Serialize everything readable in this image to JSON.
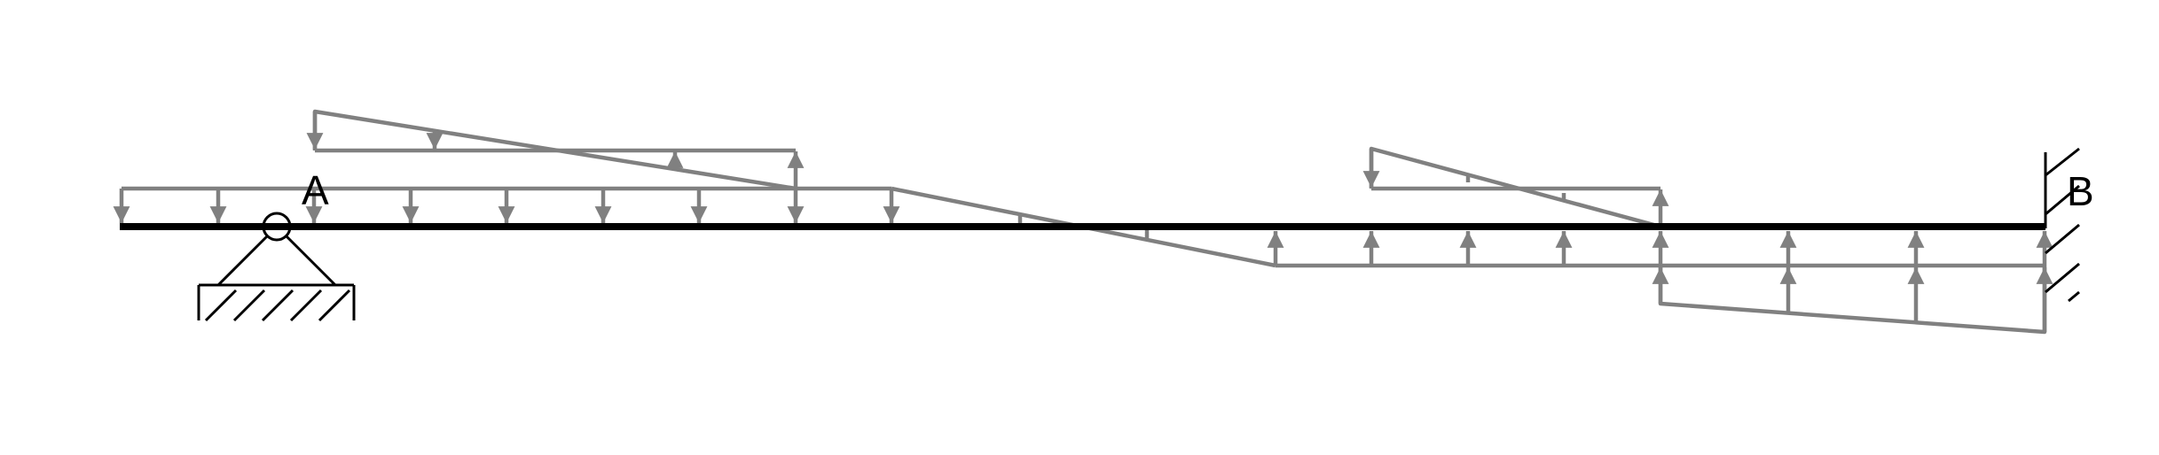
{
  "labels": {
    "support_a": "A",
    "support_b": "B"
  },
  "supports": [
    {
      "name": "A",
      "type": "pin"
    },
    {
      "name": "B",
      "type": "fixed"
    }
  ],
  "colors": {
    "beam": "#000000",
    "load": "#808080",
    "support": "#000000",
    "background": "#ffffff"
  }
}
